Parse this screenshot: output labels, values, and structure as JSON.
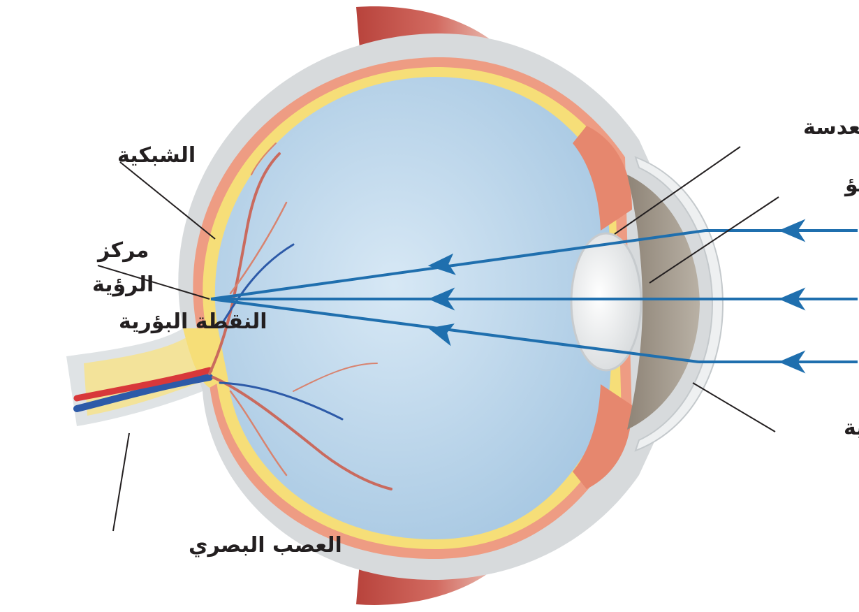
{
  "labels": {
    "retina": "الشبكية",
    "vision_center_line1": "مركز",
    "vision_center_line2": "الرؤية",
    "focal_point": "النقطة البؤرية",
    "optic_nerve": "العصب البصري",
    "lens": "العدسة",
    "pupil": "البؤبؤ",
    "cornea": "القرنية"
  },
  "colors": {
    "vitreous": "#bfd9ec",
    "sclera": "#d2d6d8",
    "choroid": "#ef9f86",
    "retina_layer": "#f7e07a",
    "muscle": "#c8574d",
    "light_ray": "#1f6fae",
    "leader_line": "#231f20",
    "vein": "#2d5aa8",
    "artery": "#d8383a"
  }
}
